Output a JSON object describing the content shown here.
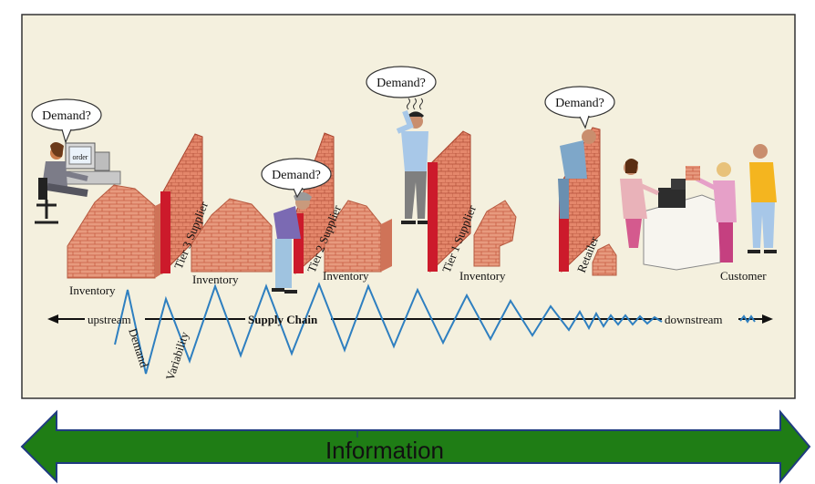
{
  "diagram": {
    "bubbles": {
      "end_user": "Demand?",
      "tier2": "Demand?",
      "tier1": "Demand?",
      "retailer": "Demand?"
    },
    "screen_text": "order",
    "walls": {
      "tier3": "Tier 3 Supplier",
      "tier2": "Tier 2 Supplier",
      "tier1": "Tier 1 Supplier",
      "retailer": "Retailer"
    },
    "inventory_labels": [
      "Inventory",
      "Inventory",
      "Inventory",
      "Inventory"
    ],
    "customer_label": "Customer",
    "axis": {
      "upstream": "upstream",
      "center": "Supply Chain",
      "downstream": "downstream"
    },
    "variability_label": {
      "demand": "Demand",
      "variability": "Variability"
    },
    "information_label": "Information",
    "colors": {
      "panel": "#f4f0de",
      "brick": "#e79a7e",
      "brick_dark": "#c85d43",
      "wall_red": "#cc1a2b",
      "wave": "#2e7fc0",
      "arrow_green": "#1f7d15",
      "arrow_outline": "#1f3b80"
    }
  }
}
